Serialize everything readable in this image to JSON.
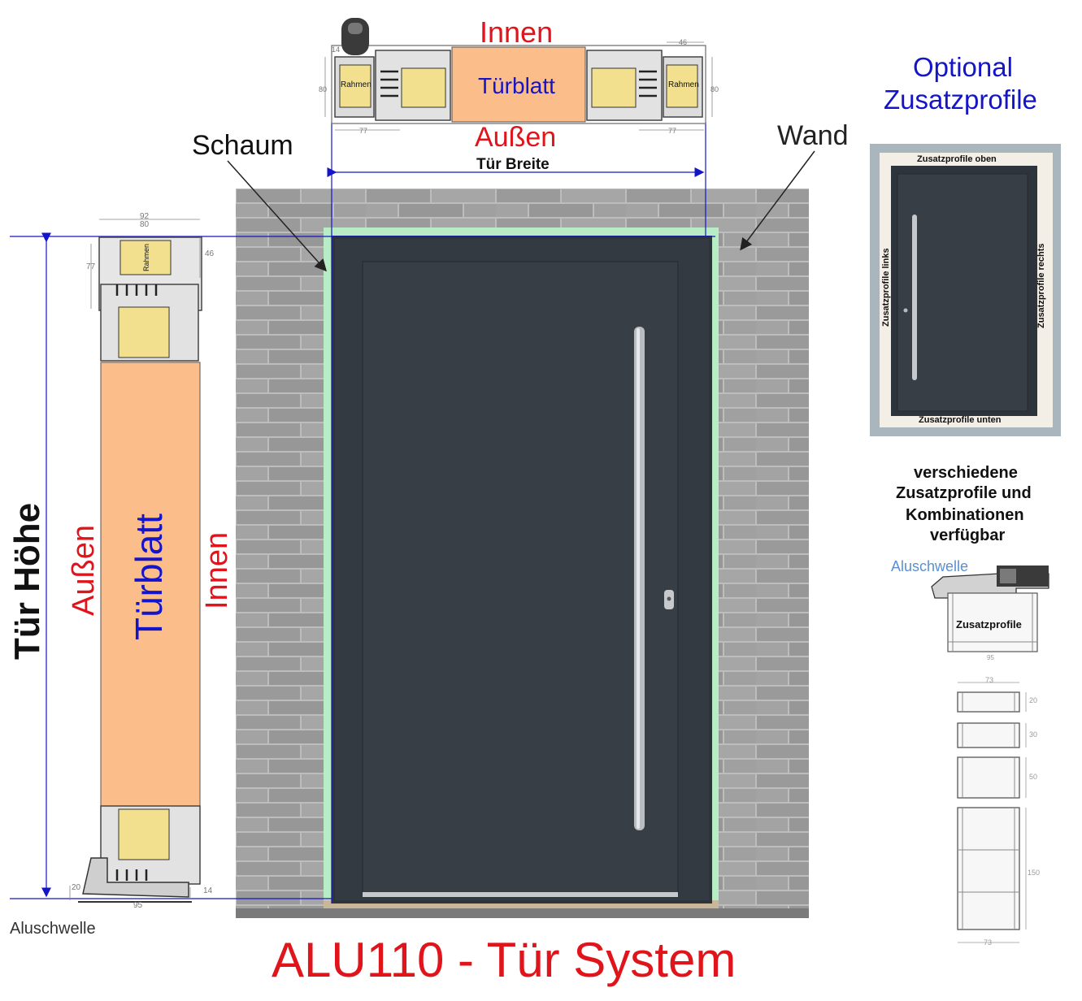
{
  "top_section": {
    "inside_label": "Innen",
    "outside_label": "Außen",
    "leaf_label": "Türblatt",
    "frame_label_left": "Rahmen",
    "frame_label_right": "Rahmen",
    "dim_14": "14",
    "dim_46": "46",
    "dim_80_left": "80",
    "dim_80_right": "80",
    "dim_77_left": "77",
    "dim_77_right": "77"
  },
  "width_label": "Tür Breite",
  "height_label": "Tür Höhe",
  "foam_label": "Schaum",
  "wall_label": "Wand",
  "side_section": {
    "outside_label": "Außen",
    "leaf_label": "Türblatt",
    "inside_label": "Innen",
    "frame_label": "Rahmen",
    "dim_92": "92",
    "dim_80": "80",
    "dim_77": "77",
    "dim_46": "46",
    "dim_20": "20",
    "dim_95": "95",
    "dim_14": "14",
    "threshold_label": "Aluschwelle"
  },
  "optional": {
    "title_line1": "Optional",
    "title_line2": "Zusatzprofile",
    "top_label": "Zusatzprofile oben",
    "bottom_label": "Zusatzprofile unten",
    "left_label": "Zusatzprofile links",
    "right_label": "Zusatzprofile rechts",
    "note_line1": "verschiedene",
    "note_line2": "Zusatzprofile und",
    "note_line3": "Kombinationen",
    "note_line4": "verfügbar",
    "threshold_label": "Aluschwelle",
    "profile_label": "Zusatzprofile",
    "dim_95": "95",
    "dim_73_top": "73",
    "dim_73_bottom": "73",
    "dim_20": "20",
    "dim_30": "30",
    "dim_50": "50",
    "dim_150": "150"
  },
  "main_title": "ALU110 - Tür System",
  "colors": {
    "door_panel": "#343a41",
    "foam": "#b8ecc4",
    "door_leaf_section": "#fbbd8a",
    "insulation": "#f2e08e",
    "wall": "#8f8f8f",
    "title_red": "#e0141b",
    "label_blue": "#1414c8"
  }
}
